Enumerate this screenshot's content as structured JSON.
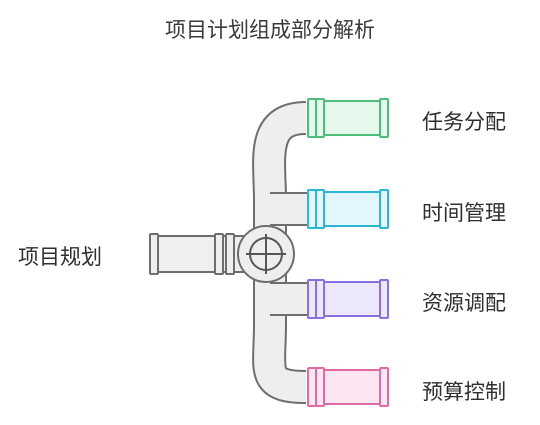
{
  "title": "项目计划组成部分解析",
  "source": {
    "label": "项目规划"
  },
  "branches": [
    {
      "label": "任务分配",
      "color": "#4cbd7b",
      "fill": "#e6f7ec"
    },
    {
      "label": "时间管理",
      "color": "#2db5d6",
      "fill": "#e3f6fb"
    },
    {
      "label": "资源调配",
      "color": "#8a6fe0",
      "fill": "#ece8fb"
    },
    {
      "label": "预算控制",
      "color": "#e06aa6",
      "fill": "#fbe6f1"
    }
  ],
  "valve_icon": "crosshair-valve-icon"
}
